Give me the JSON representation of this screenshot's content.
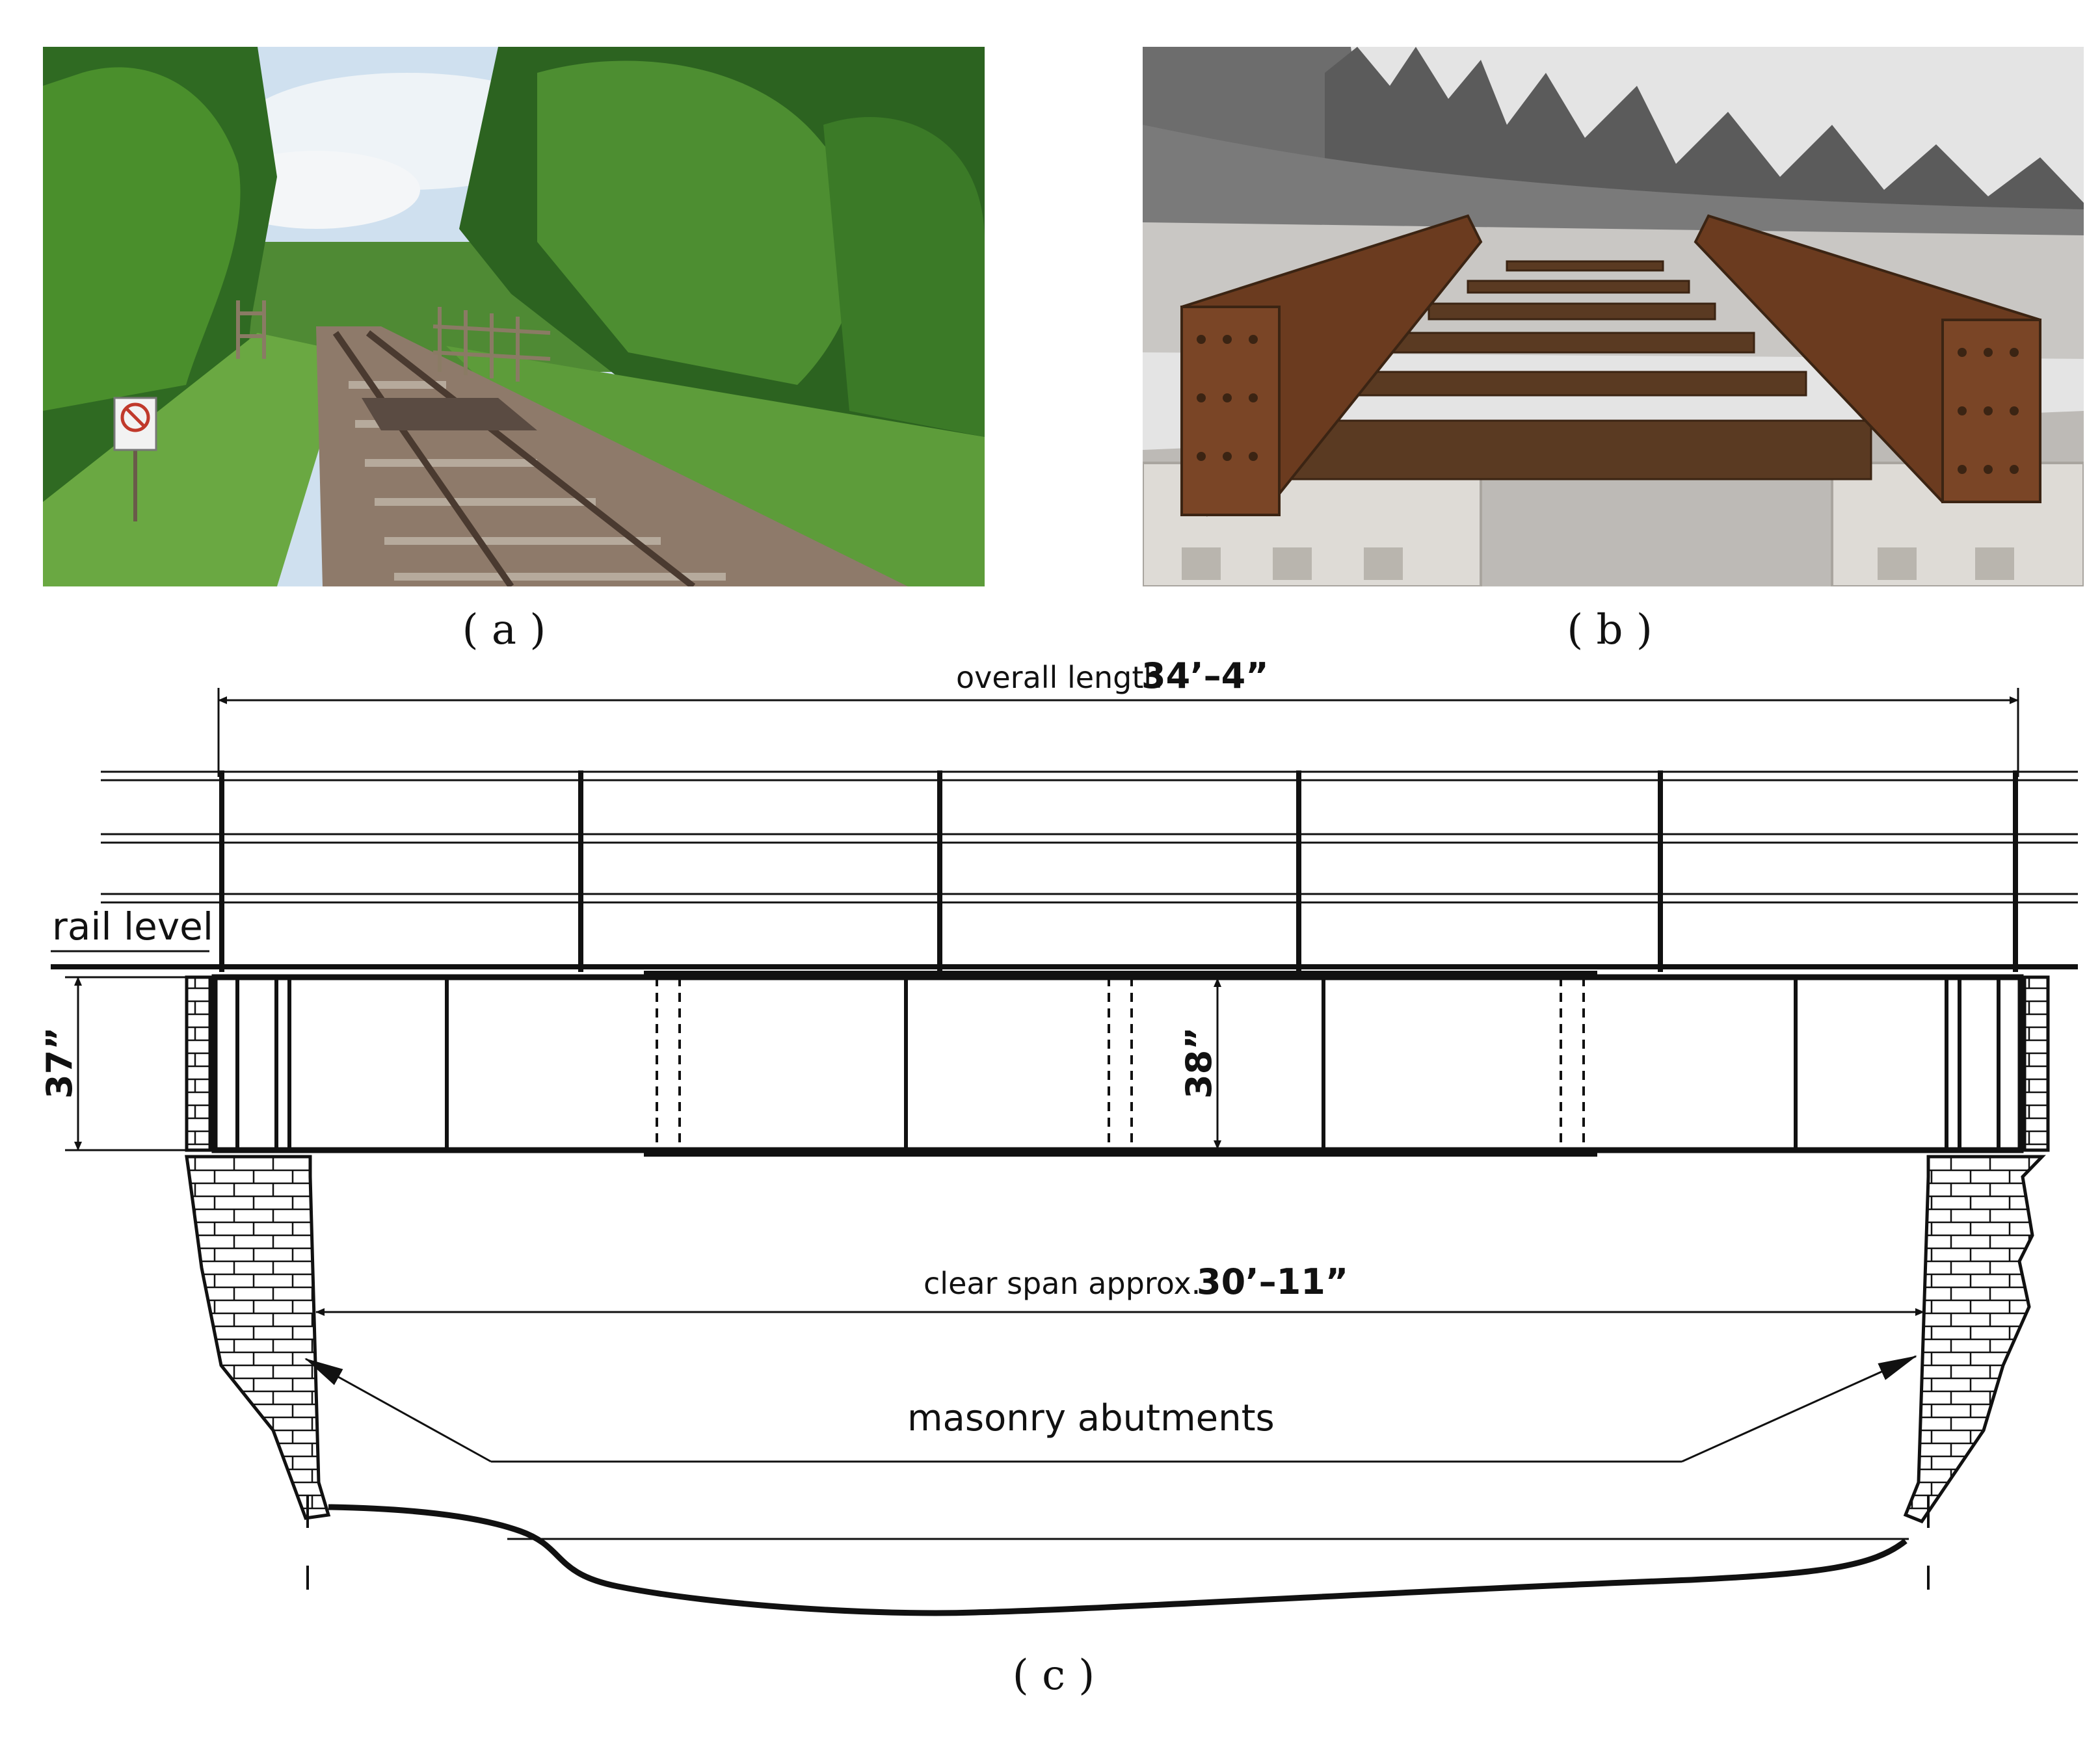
{
  "panels": {
    "a": {
      "caption": "( a )",
      "icon": "railway-track-photo"
    },
    "b": {
      "caption": "( b )",
      "icon": "steel-girder-photo"
    },
    "c": {
      "caption": "( c )"
    }
  },
  "drawing": {
    "overall_length_label": "overall length",
    "overall_length_value": "34’–4”",
    "rail_level_label": "rail level",
    "girder_depth_outer": "37”",
    "girder_depth_inner": "38”",
    "clear_span_label": "clear span approx.",
    "clear_span_value": "30’–11”",
    "abutments_label": "masonry abutments"
  },
  "colors": {
    "line": "#111111",
    "sky": "#d8e6f2",
    "foliage": "#3f7a2a",
    "rust": "#6b3b1f",
    "concrete": "#d7d4cf"
  }
}
